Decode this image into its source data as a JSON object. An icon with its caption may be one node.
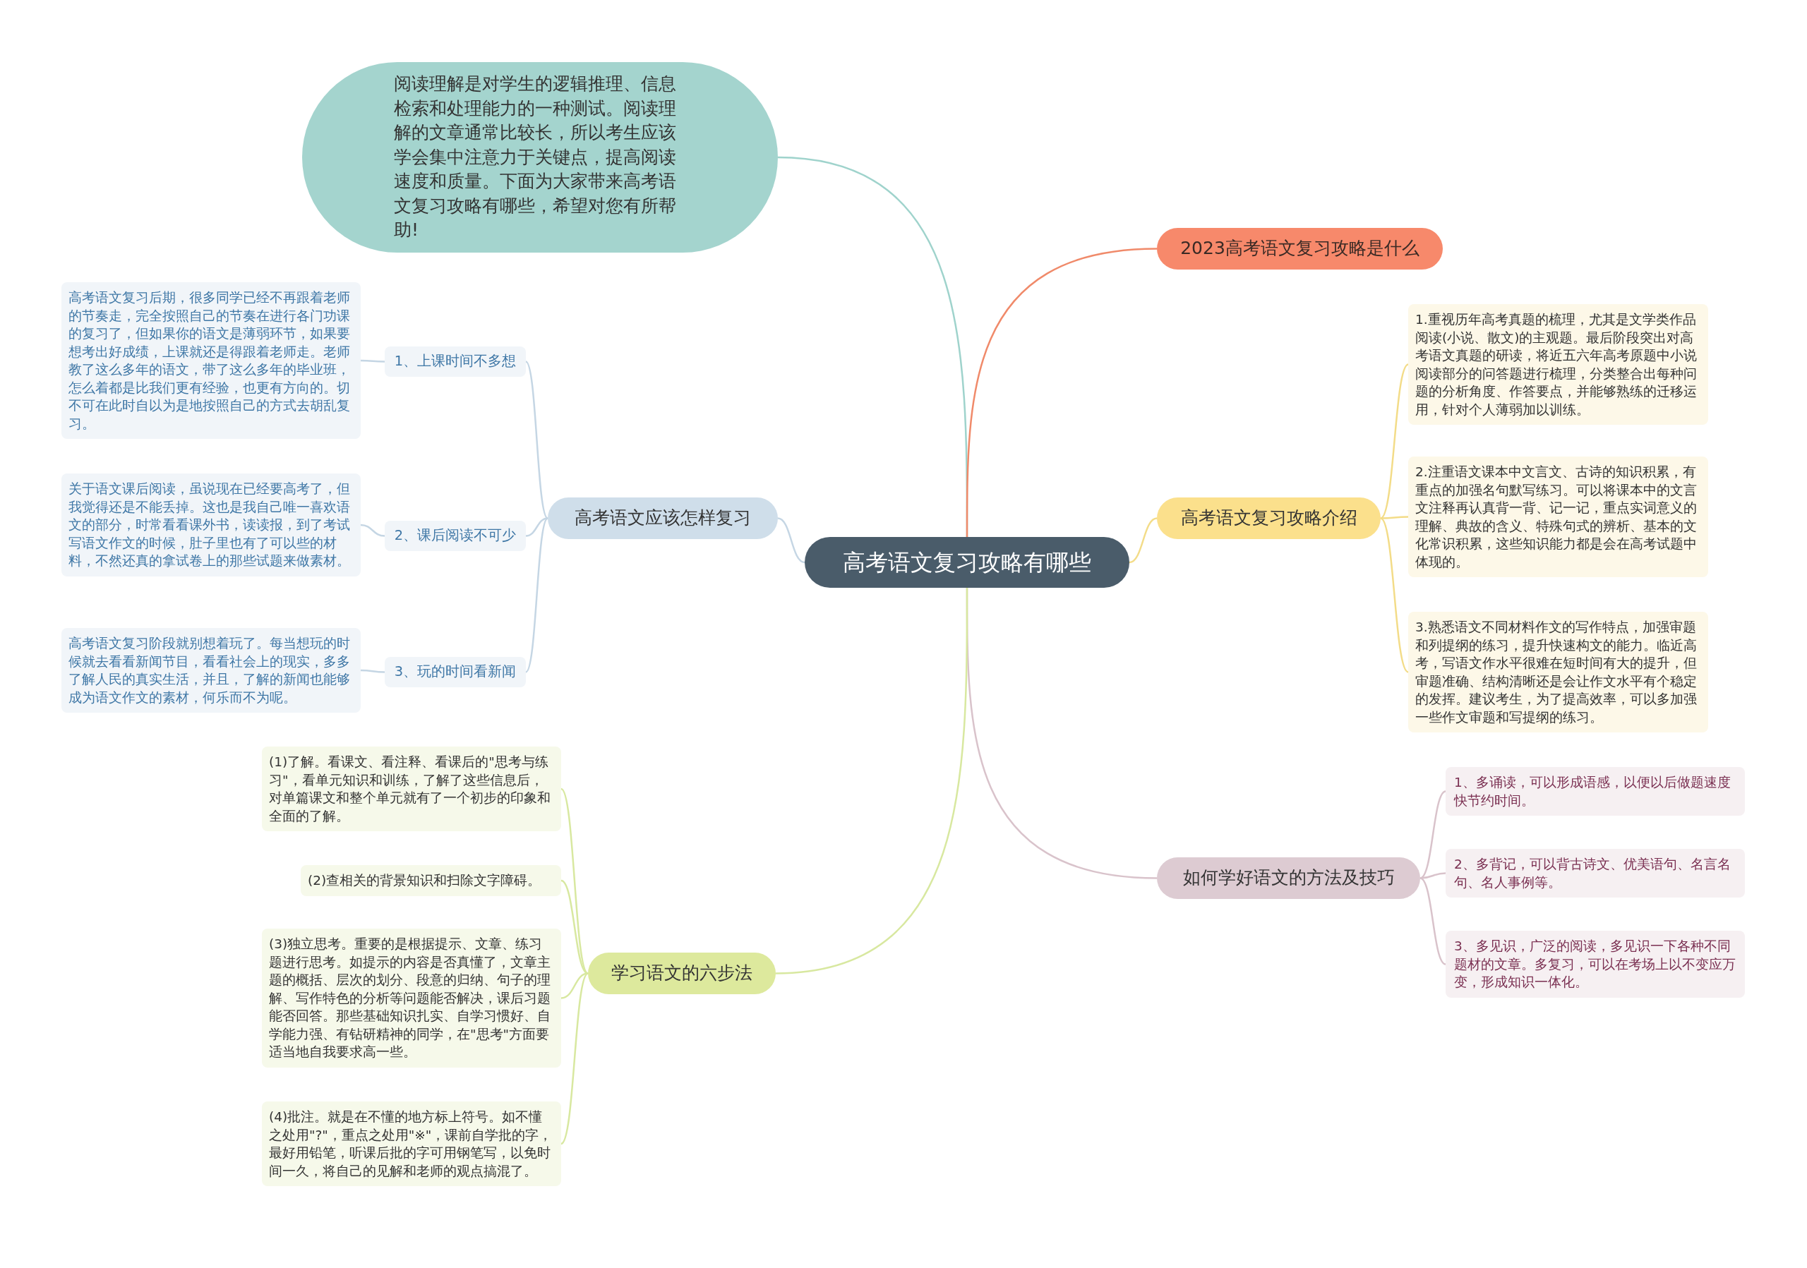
{
  "diagram": {
    "nodes": [
      {
        "text": [
          "高考语文复习攻略有哪些"
        ]
      },
      {
        "text": [
          "阅读理解是对学生的逻辑推理、信息检索和处理能力的一种测试。阅读理解的文章通常比较长，所以考生应该学会集中注意力于关键点，提高阅读速度和质量。下面为大家带来高考语文复习攻略有哪些，希望对您有所帮助!"
        ]
      },
      {
        "text": [
          "2023高考语文复习攻略是什么"
        ]
      },
      {
        "text": [
          "高考语文复习攻略介绍"
        ]
      },
      {
        "text": [
          "1.重视历年高考真题的梳理，尤其是文学类作品阅读(小说、散文)的主观题。最后阶段突出对高考语文真题的研读，将近五六年高考原题中小说阅读部分的问答题进行梳理，分类整合出每种问题的分析角度、作答要点，并能够熟练的迁移运用，针对个人薄弱加以训练。"
        ]
      },
      {
        "text": [
          "2.注重语文课本中文言文、古诗的知识积累，有重点的加强名句默写练习。可以将课本中的文言文注释再认真背一背、记一记，重点实词意义的理解、典故的含义、特殊句式的辨析、基本的文化常识积累，这些知识能力都是会在高考试题中体现的。"
        ]
      },
      {
        "text": [
          "3.熟悉语文不同材料作文的写作特点，加强审题和列提纲的练习，提升快速构文的能力。临近高考，写语文作水平很难在短时间有大的提升，但审题准确、结构清晰还是会让作文水平有个稳定的发挥。建议考生，为了提高效率，可以多加强一些作文审题和写提纲的练习。"
        ]
      },
      {
        "text": [
          "如何学好语文的方法及技巧"
        ]
      },
      {
        "text": [
          "1、多诵读，可以形成语感，以便以后做题速度快节约时间。"
        ]
      },
      {
        "text": [
          "2、多背记，可以背古诗文、优美语句、名言名句、名人事例等。"
        ]
      },
      {
        "text": [
          "3、多见识，广泛的阅读，多见识一下各种不同题材的文章。多复习，可以在考场上以不变应万变，形成知识一体化。"
        ]
      },
      {
        "text": [
          "高考语文应该怎样复习"
        ]
      },
      {
        "text": [
          "1、上课时间不多想"
        ]
      },
      {
        "text": [
          "2、课后阅读不可少"
        ]
      },
      {
        "text": [
          "3、玩的时间看新闻"
        ]
      },
      {
        "text": [
          "高考语文复习后期，很多同学已经不再跟着老师的节奏走，完全按照自己的节奏在进行各门功课的复习了，但如果你的语文是薄弱环节，如果要想考出好成绩，上课就还是得跟着老师走。老师教了这么多年的语文，带了这么多年的毕业班，怎么着都是比我们更有经验，也更有方向的。切不可在此时自以为是地按照自己的方式去胡乱复习。"
        ]
      },
      {
        "text": [
          "关于语文课后阅读，虽说现在已经要高考了，但我觉得还是不能丢掉。这也是我自己唯一喜欢语文的部分，时常看看课外书，读读报，到了考试写语文作文的时候，肚子里也有了可以些的材料，不然还真的拿试卷上的那些试题来做素材。"
        ]
      },
      {
        "text": [
          "高考语文复习阶段就别想着玩了。每当想玩的时候就去看看新闻节目，看看社会上的现实，多多了解人民的真实生活，并且，了解的新闻也能够成为语文作文的素材，何乐而不为呢。"
        ]
      },
      {
        "text": [
          "学习语文的六步法"
        ]
      },
      {
        "text": [
          "(1)了解。看课文、看注释、看课后的\"思考与练习\"，看单元知识和训练，了解了这些信息后，对单篇课文和整个单元就有了一个初步的印象和全面的了解。"
        ]
      },
      {
        "text": [
          "(2)查相关的背景知识和扫除文字障碍。"
        ]
      },
      {
        "text": [
          "(3)独立思考。重要的是根据提示、文章、练习题进行思考。如提示的内容是否真懂了，文章主题的概括、层次的划分、段意的归纳、句子的理解、写作特色的分析等问题能否解决，课后习题能否回答。那些基础知识扎实、自学习惯好、自学能力强、有钻研精神的同学，在\"思考\"方面要适当地自我要求高一些。"
        ]
      },
      {
        "text": [
          "(4)批注。就是在不懂的地方标上符号。如不懂之处用\"?\"，重点之处用\"※\"，课前自学批的字，最好用铅笔，听课后批的字可用钢笔写，以免时间一久，将自己的见解和老师的观点搞混了。"
        ]
      }
    ],
    "edges": [
      {
        "from": 0,
        "to": 1,
        "arrow": "none",
        "color": "#9fd3cc"
      },
      {
        "from": 0,
        "to": 2,
        "arrow": "none",
        "color": "#f08a6a"
      },
      {
        "from": 0,
        "to": 3,
        "arrow": "none",
        "color": "#f3dc88"
      },
      {
        "from": 3,
        "to": 4,
        "arrow": "none",
        "color": "#f3dc88"
      },
      {
        "from": 3,
        "to": 5,
        "arrow": "none",
        "color": "#f3dc88"
      },
      {
        "from": 3,
        "to": 6,
        "arrow": "none",
        "color": "#f3dc88"
      },
      {
        "from": 0,
        "to": 7,
        "arrow": "none",
        "color": "#d9c3cb"
      },
      {
        "from": 7,
        "to": 8,
        "arrow": "none",
        "color": "#d9c3cb"
      },
      {
        "from": 7,
        "to": 9,
        "arrow": "none",
        "color": "#d9c3cb"
      },
      {
        "from": 7,
        "to": 10,
        "arrow": "none",
        "color": "#d9c3cb"
      },
      {
        "from": 0,
        "to": 11,
        "arrow": "none",
        "color": "#c5d6e4"
      },
      {
        "from": 11,
        "to": 12,
        "arrow": "none",
        "color": "#c5d6e4"
      },
      {
        "from": 11,
        "to": 13,
        "arrow": "none",
        "color": "#c5d6e4"
      },
      {
        "from": 11,
        "to": 14,
        "arrow": "none",
        "color": "#c5d6e4"
      },
      {
        "from": 12,
        "to": 15,
        "arrow": "none",
        "color": "#c5d6e4"
      },
      {
        "from": 13,
        "to": 16,
        "arrow": "none",
        "color": "#c5d6e4"
      },
      {
        "from": 14,
        "to": 17,
        "arrow": "none",
        "color": "#c5d6e4"
      },
      {
        "from": 0,
        "to": 18,
        "arrow": "none",
        "color": "#d8e8a0"
      },
      {
        "from": 18,
        "to": 19,
        "arrow": "none",
        "color": "#d8e8a0"
      },
      {
        "from": 18,
        "to": 20,
        "arrow": "none",
        "color": "#d8e8a0"
      },
      {
        "from": 18,
        "to": 21,
        "arrow": "none",
        "color": "#d8e8a0"
      },
      {
        "from": 18,
        "to": 22,
        "arrow": "none",
        "color": "#d8e8a0"
      }
    ]
  }
}
